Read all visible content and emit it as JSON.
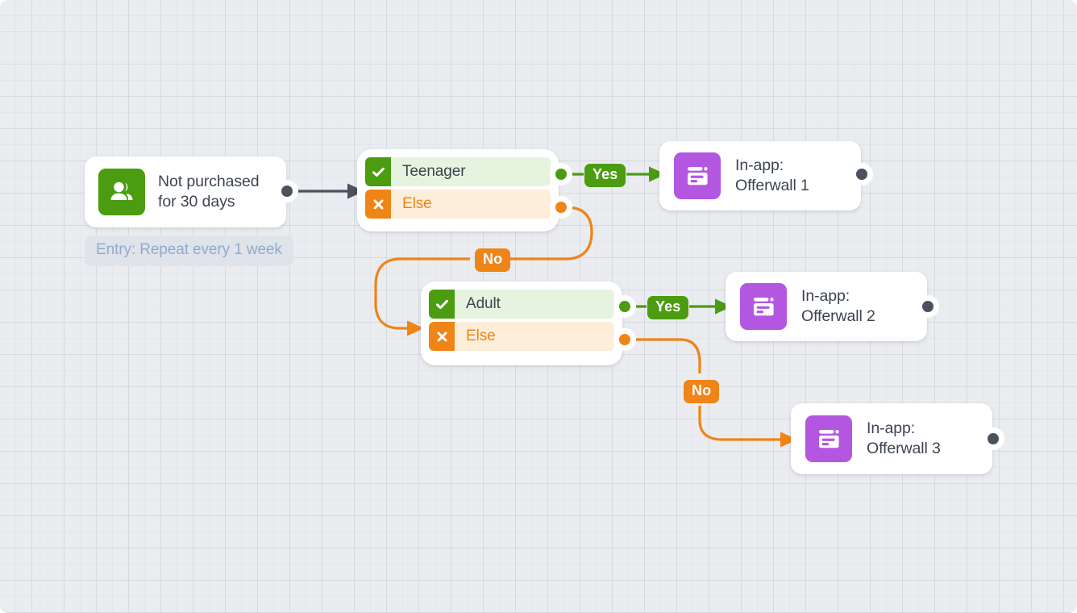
{
  "canvas": {
    "background_color": "#eaecf0",
    "grid": true
  },
  "colors": {
    "green": "#4b9c10",
    "green_light": "#e6f4df",
    "orange": "#ef8417",
    "orange_light": "#fdeed9",
    "purple": "#b457e0",
    "grey_dark": "#4a525e",
    "text": "#3d4451",
    "entry_text": "#93aace",
    "entry_chip_bg": "#dfe3ea"
  },
  "entry": {
    "label": "Entry: Repeat every 1 week"
  },
  "trigger": {
    "icon": "users-icon",
    "label": "Not purchased\nfor 30 days",
    "icon_color": "#4b9c10"
  },
  "conditions": [
    {
      "id": "condition-teenager",
      "rows": [
        {
          "type": "yes",
          "icon": "check-icon",
          "label": "Teenager"
        },
        {
          "type": "no",
          "icon": "cross-icon",
          "label": "Else"
        }
      ]
    },
    {
      "id": "condition-adult",
      "rows": [
        {
          "type": "yes",
          "icon": "check-icon",
          "label": "Adult"
        },
        {
          "type": "no",
          "icon": "cross-icon",
          "label": "Else"
        }
      ]
    }
  ],
  "actions": [
    {
      "id": "inapp-1",
      "icon": "in-app-message-icon",
      "label": "In-app:\nOfferwall 1",
      "icon_color": "#b457e0"
    },
    {
      "id": "inapp-2",
      "icon": "in-app-message-icon",
      "label": "In-app:\nOfferwall 2",
      "icon_color": "#b457e0"
    },
    {
      "id": "inapp-3",
      "icon": "in-app-message-icon",
      "label": "In-app:\nOfferwall 3",
      "icon_color": "#b457e0"
    }
  ],
  "edge_labels": [
    {
      "id": "yes-1",
      "text": "Yes",
      "color": "#4b9c10"
    },
    {
      "id": "no-1",
      "text": "No",
      "color": "#ef8417"
    },
    {
      "id": "yes-2",
      "text": "Yes",
      "color": "#4b9c10"
    },
    {
      "id": "no-2",
      "text": "No",
      "color": "#ef8417"
    }
  ]
}
